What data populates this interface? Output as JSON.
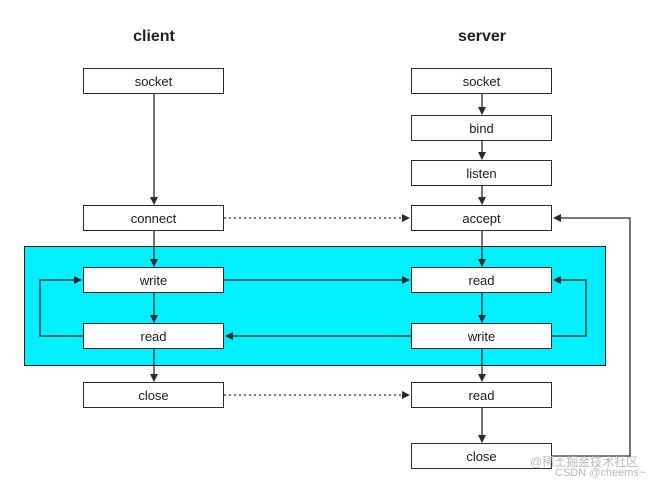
{
  "titles": {
    "client": "client",
    "server": "server"
  },
  "client": {
    "socket": "socket",
    "connect": "connect",
    "write": "write",
    "read": "read",
    "close": "close"
  },
  "server": {
    "socket": "socket",
    "bind": "bind",
    "listen": "listen",
    "accept": "accept",
    "read": "read",
    "write": "write",
    "read2": "read",
    "close": "close"
  },
  "watermark": {
    "line1": "@稀土掘金技术社区",
    "line2": "CSDN @cheems~"
  },
  "colors": {
    "loop_band": "#00f0ff",
    "stroke": "#2b2b2b"
  }
}
